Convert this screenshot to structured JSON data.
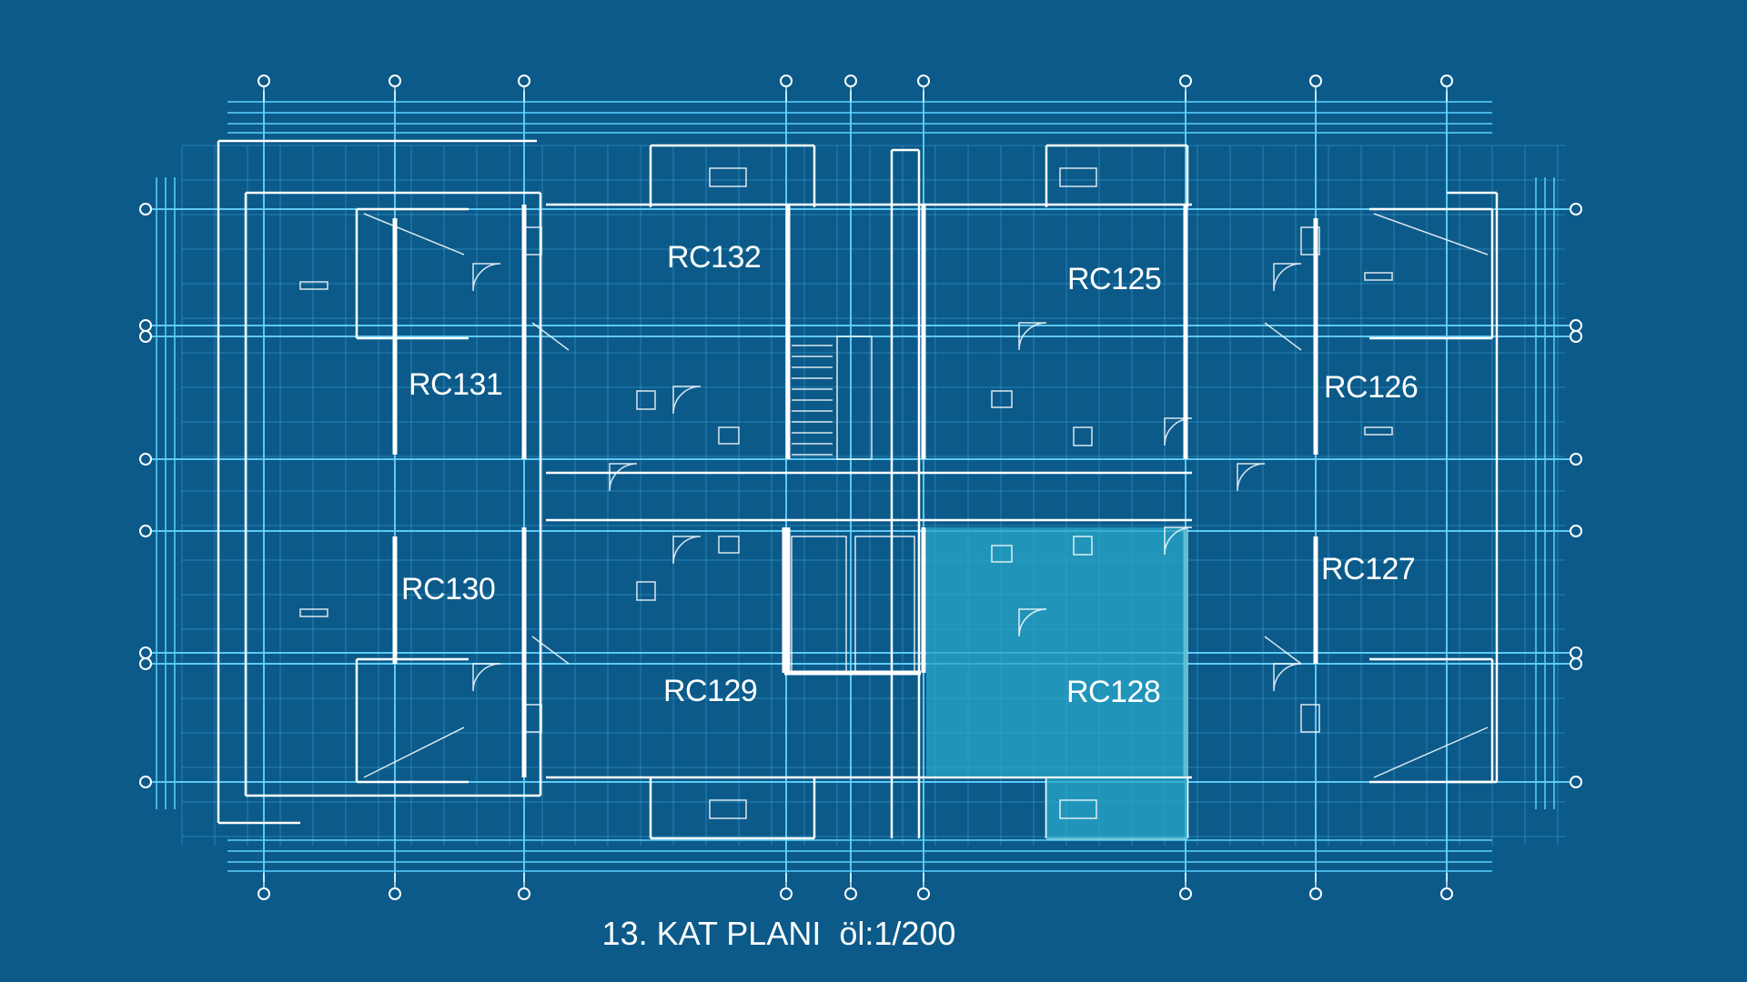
{
  "plan": {
    "caption": "13. KAT PLANI  öl:1/200",
    "highlight_color": "#2aa8c8",
    "background_color": "#0b5a8a",
    "line_color": "#5ad2ff",
    "wall_color": "#ffffff",
    "units": [
      {
        "id": "RC132",
        "label": "RC132"
      },
      {
        "id": "RC125",
        "label": "RC125"
      },
      {
        "id": "RC131",
        "label": "RC131"
      },
      {
        "id": "RC126",
        "label": "RC126"
      },
      {
        "id": "RC130",
        "label": "RC130"
      },
      {
        "id": "RC127",
        "label": "RC127"
      },
      {
        "id": "RC129",
        "label": "RC129"
      },
      {
        "id": "RC128",
        "label": "RC128",
        "highlighted": true
      }
    ]
  }
}
